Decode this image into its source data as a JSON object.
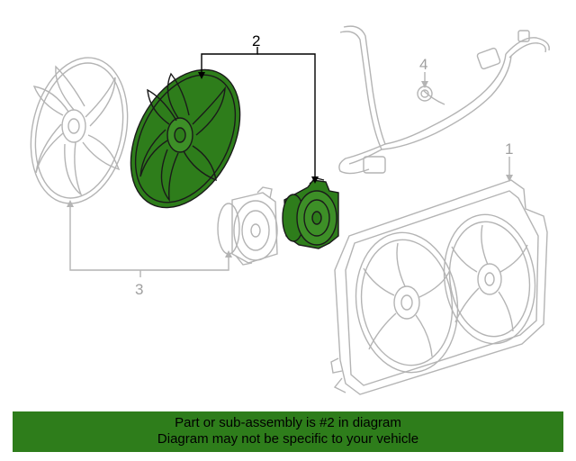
{
  "callouts": {
    "c1": "1",
    "c2": "2",
    "c3": "3",
    "c4": "4"
  },
  "banner": {
    "line1": "Part or sub-assembly is #2 in diagram",
    "line2": "Diagram may not be specific to your vehicle"
  },
  "colors": {
    "highlight": "#2e7d1b",
    "banner_bg": "#2e7d1b",
    "ghost_line": "#b4b4b4",
    "callout_line": "#000000"
  },
  "icons": [
    "cooling-fan-blade",
    "fan-motor",
    "wiring-harness",
    "fan-shroud-assembly"
  ]
}
